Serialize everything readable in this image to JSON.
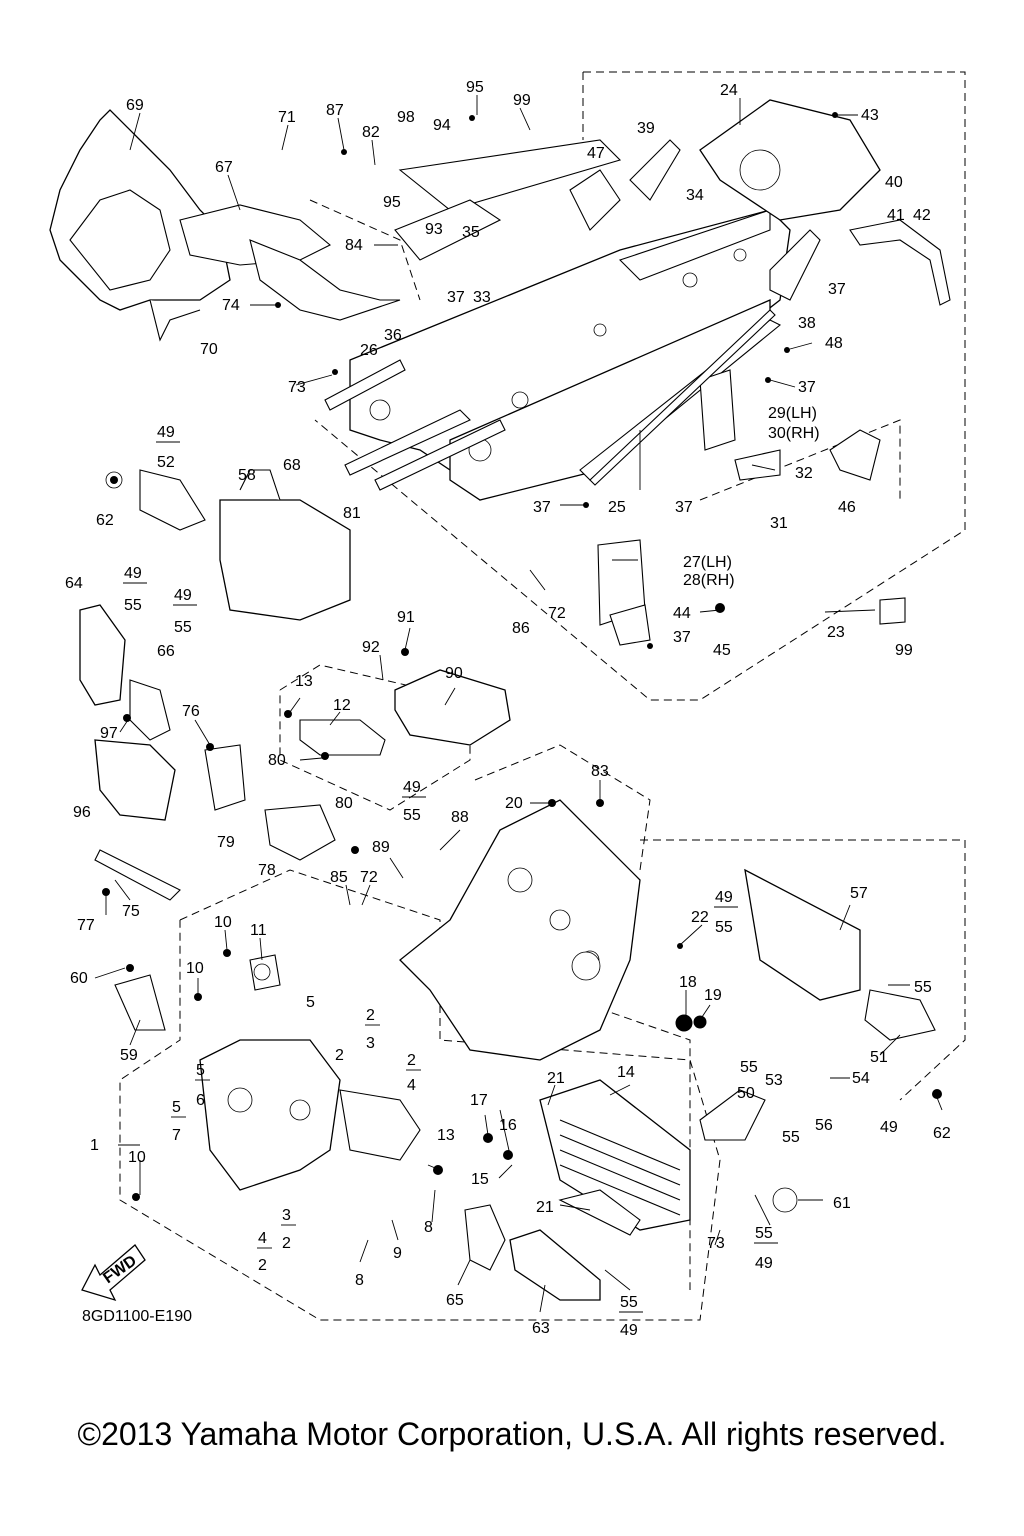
{
  "diagram_code": "8GD1100-E190",
  "copyright": "©2013 Yamaha Motor Corporation, U.S.A. All rights reserved.",
  "fwd_label": "FWD",
  "callouts": [
    "1",
    "2",
    "3",
    "4",
    "5",
    "6",
    "7",
    "8",
    "9",
    "10",
    "11",
    "12",
    "13",
    "14",
    "15",
    "16",
    "17",
    "18",
    "19",
    "20",
    "21",
    "22",
    "23",
    "24",
    "25",
    "26",
    "27(LH)",
    "28(RH)",
    "29(LH)",
    "30(RH)",
    "31",
    "32",
    "33",
    "34",
    "35",
    "36",
    "37",
    "38",
    "39",
    "40",
    "41",
    "42",
    "43",
    "44",
    "45",
    "46",
    "47",
    "48",
    "49",
    "50",
    "51",
    "52",
    "53",
    "54",
    "55",
    "56",
    "57",
    "58",
    "59",
    "60",
    "61",
    "62",
    "63",
    "64",
    "65",
    "66",
    "67",
    "68",
    "69",
    "70",
    "71",
    "72",
    "73",
    "74",
    "75",
    "76",
    "77",
    "78",
    "79",
    "80",
    "81",
    "82",
    "83",
    "84",
    "85",
    "86",
    "87",
    "88",
    "89",
    "90",
    "91",
    "92",
    "93",
    "94",
    "95",
    "96",
    "97",
    "98",
    "99"
  ]
}
